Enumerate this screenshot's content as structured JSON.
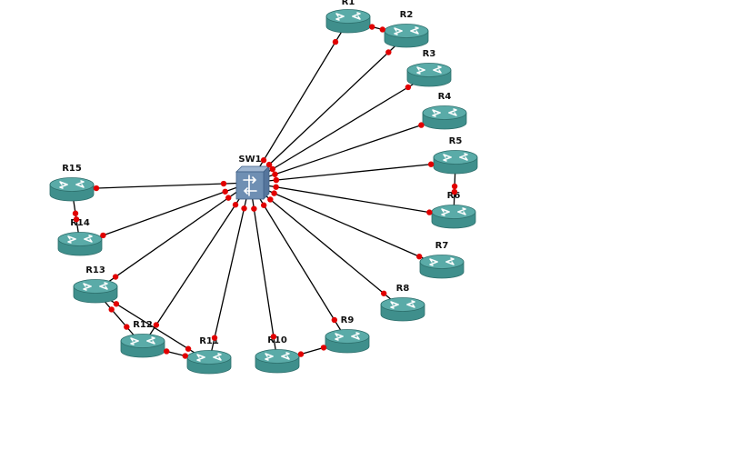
{
  "colors": {
    "router_body": "#3f8f8c",
    "router_top": "#5aaba8",
    "router_edge": "#2c6e6b",
    "switch_body": "#6f8fb3",
    "switch_edge": "#3f5f86",
    "link": "#000000",
    "endpoint": "#e10000"
  },
  "icons": {
    "router": "router-icon",
    "switch": "switch-icon"
  },
  "switch": {
    "id": "SW1",
    "label": "SW1"
  },
  "routers": [
    {
      "id": "R1",
      "label": "R1"
    },
    {
      "id": "R2",
      "label": "R2"
    },
    {
      "id": "R3",
      "label": "R3"
    },
    {
      "id": "R4",
      "label": "R4"
    },
    {
      "id": "R5",
      "label": "R5"
    },
    {
      "id": "R6",
      "label": "R6"
    },
    {
      "id": "R7",
      "label": "R7"
    },
    {
      "id": "R8",
      "label": "R8"
    },
    {
      "id": "R9",
      "label": "R9"
    },
    {
      "id": "R10",
      "label": "R10"
    },
    {
      "id": "R11",
      "label": "R11"
    },
    {
      "id": "R12",
      "label": "R12"
    },
    {
      "id": "R13",
      "label": "R13"
    },
    {
      "id": "R14",
      "label": "R14"
    },
    {
      "id": "R15",
      "label": "R15"
    }
  ],
  "links": [
    {
      "from": "SW1",
      "to": "R1"
    },
    {
      "from": "SW1",
      "to": "R2"
    },
    {
      "from": "SW1",
      "to": "R3"
    },
    {
      "from": "SW1",
      "to": "R4"
    },
    {
      "from": "SW1",
      "to": "R5"
    },
    {
      "from": "SW1",
      "to": "R6"
    },
    {
      "from": "SW1",
      "to": "R7"
    },
    {
      "from": "SW1",
      "to": "R8"
    },
    {
      "from": "SW1",
      "to": "R9"
    },
    {
      "from": "SW1",
      "to": "R10"
    },
    {
      "from": "SW1",
      "to": "R11"
    },
    {
      "from": "SW1",
      "to": "R12"
    },
    {
      "from": "SW1",
      "to": "R13"
    },
    {
      "from": "SW1",
      "to": "R14"
    },
    {
      "from": "SW1",
      "to": "R15"
    },
    {
      "from": "R1",
      "to": "R2"
    },
    {
      "from": "R5",
      "to": "R6"
    },
    {
      "from": "R9",
      "to": "R10"
    },
    {
      "from": "R11",
      "to": "R12"
    },
    {
      "from": "R11",
      "to": "R13"
    },
    {
      "from": "R12",
      "to": "R13"
    },
    {
      "from": "R14",
      "to": "R15"
    }
  ]
}
